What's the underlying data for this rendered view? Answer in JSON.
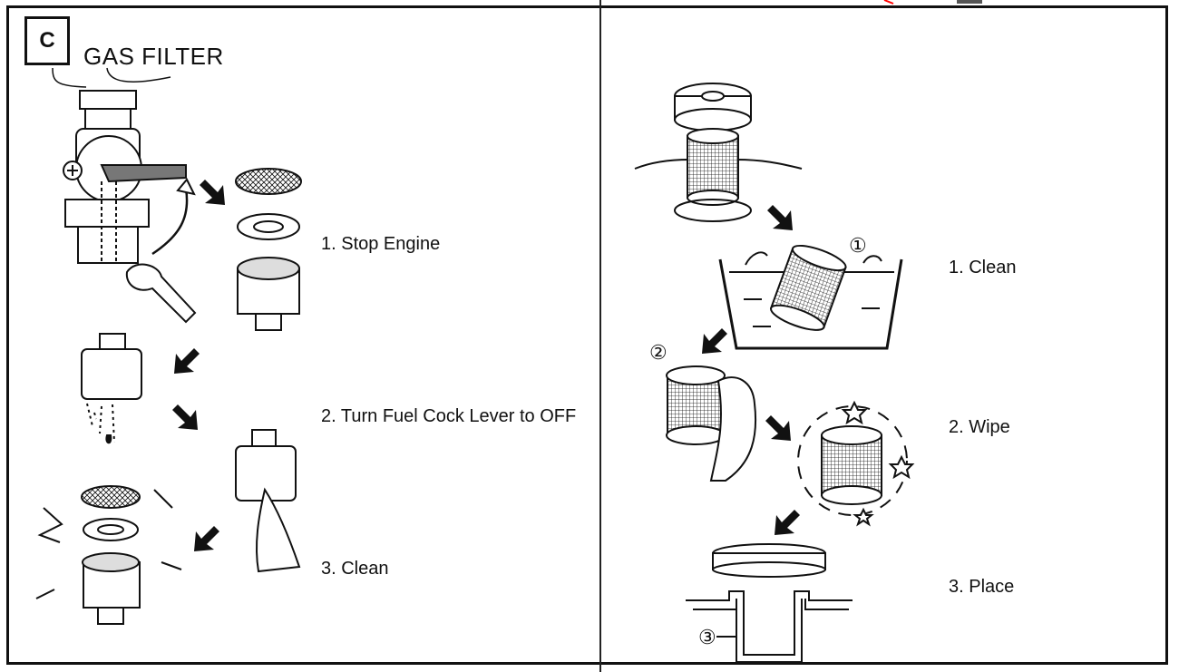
{
  "section_badge": "C",
  "title": "GAS FILTER",
  "left_panel": {
    "steps": [
      {
        "label": "1. Stop Engine"
      },
      {
        "label": "2. Turn Fuel Cock Lever to OFF"
      },
      {
        "label": "3. Clean"
      }
    ]
  },
  "right_panel": {
    "steps": [
      {
        "label": "1. Clean"
      },
      {
        "label": "2. Wipe"
      },
      {
        "label": "3. Place"
      }
    ],
    "callouts": [
      "①",
      "②",
      "③"
    ]
  },
  "colors": {
    "ink": "#111111",
    "paper": "#ffffff",
    "accent": "#ff0000"
  }
}
